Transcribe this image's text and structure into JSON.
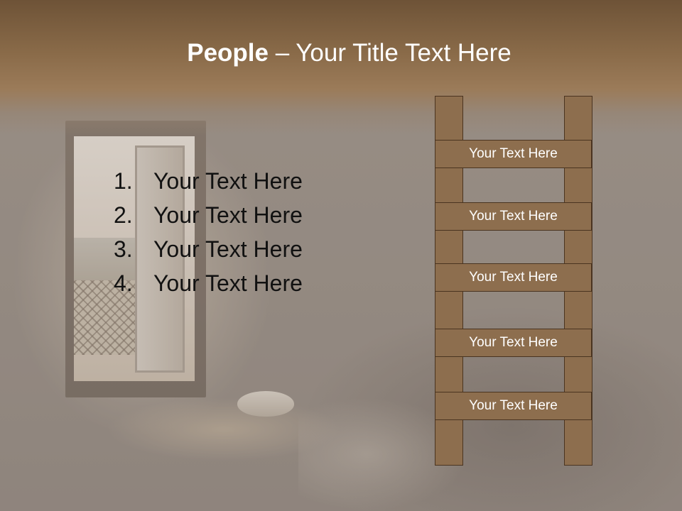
{
  "slide": {
    "title_bold": "People",
    "title_rest": " – Your Title Text Here"
  },
  "bullets": [
    {
      "number": "1.",
      "text": "Your Text Here"
    },
    {
      "number": "2.",
      "text": "Your Text Here"
    },
    {
      "number": "3.",
      "text": "Your Text Here"
    },
    {
      "number": "4.",
      "text": "Your Text Here"
    }
  ],
  "ladder": {
    "rungs": [
      "Your Text Here",
      "Your Text Here",
      "Your Text Here",
      "Your Text Here",
      "Your Text Here"
    ],
    "color": "#8d6e4e",
    "outline_color": "#4a3420"
  },
  "header_color": "#8a6b49"
}
